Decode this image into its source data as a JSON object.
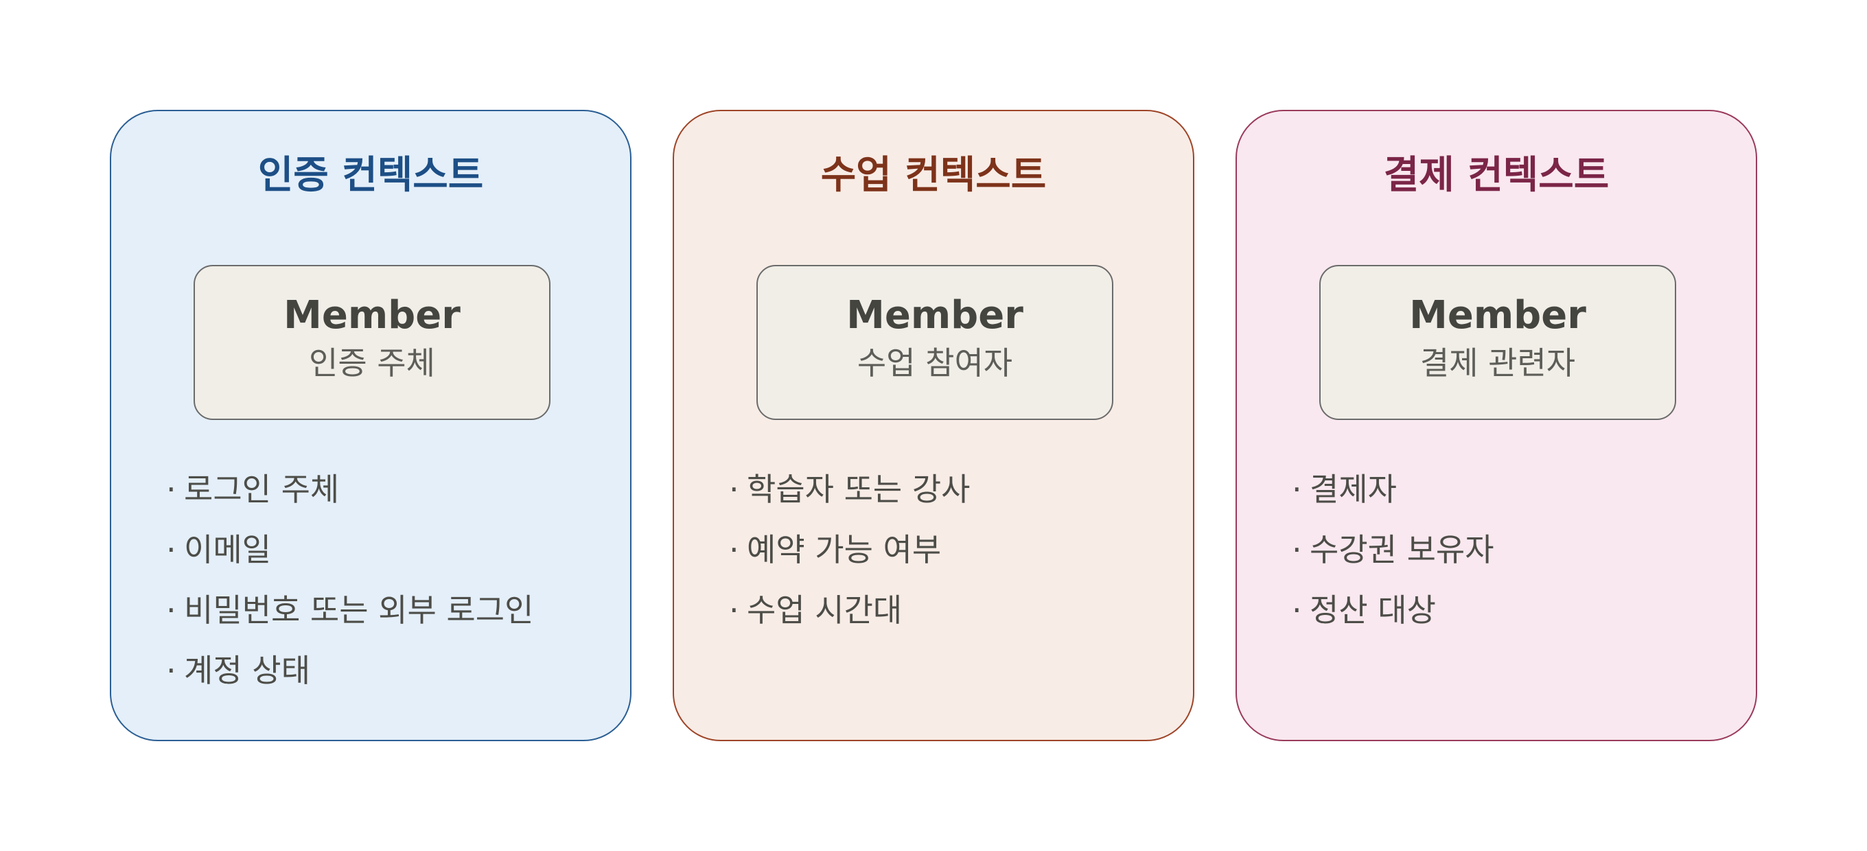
{
  "contexts": [
    {
      "title": "인증 컨텍스트",
      "member_name": "Member",
      "member_role": "인증 주체",
      "items": [
        "로그인 주체",
        "이메일",
        "비밀번호 또는 외부 로그인",
        "계정 상태"
      ],
      "colors": {
        "fill": "#e4eff9",
        "border": "#2a5e94",
        "title": "#1d4f86"
      }
    },
    {
      "title": "수업 컨텍스트",
      "member_name": "Member",
      "member_role": "수업 참여자",
      "items": [
        "학습자 또는 강사",
        "예약 가능 여부",
        "수업 시간대"
      ],
      "colors": {
        "fill": "#f8ece6",
        "border": "#9e4427",
        "title": "#7d331a"
      }
    },
    {
      "title": "결제 컨텍스트",
      "member_name": "Member",
      "member_role": "결제 관련자",
      "items": [
        "결제자",
        "수강권 보유자",
        "정산 대상"
      ],
      "colors": {
        "fill": "#f9e8ef",
        "border": "#9a3a5c",
        "title": "#7b2547"
      }
    }
  ],
  "bullet_symbol": "·"
}
